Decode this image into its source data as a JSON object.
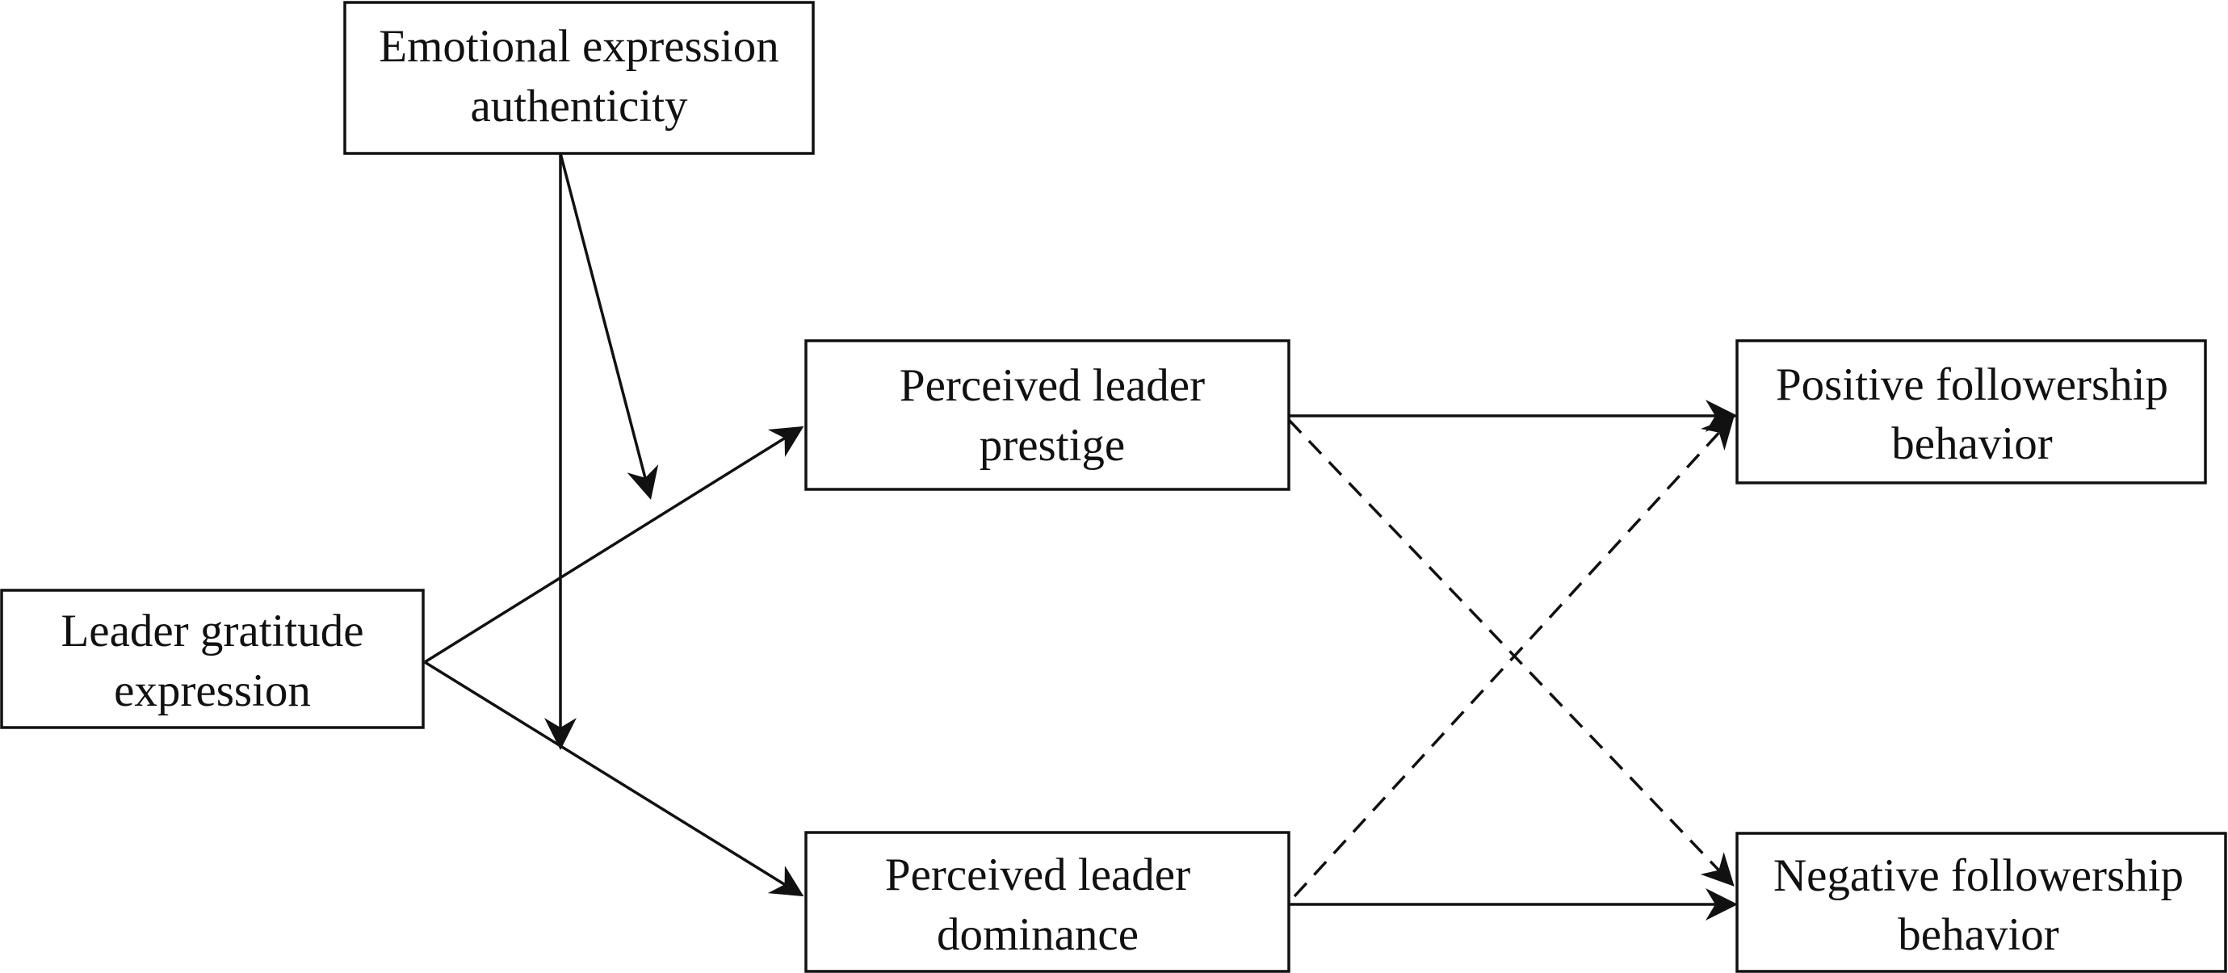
{
  "nodes": {
    "emotional_expression": {
      "line1": "Emotional expression",
      "line2": "authenticity"
    },
    "leader_gratitude": {
      "line1": "Leader gratitude",
      "line2": "expression"
    },
    "prestige": {
      "line1": "Perceived leader",
      "line2": "prestige"
    },
    "dominance": {
      "line1": "Perceived leader",
      "line2": "dominance"
    },
    "positive": {
      "line1": "Positive followership",
      "line2": "behavior"
    },
    "negative": {
      "line1": "Negative followership",
      "line2": "behavior"
    }
  },
  "edges": [
    {
      "from": "leader_gratitude",
      "to": "prestige",
      "style": "solid"
    },
    {
      "from": "leader_gratitude",
      "to": "dominance",
      "style": "solid"
    },
    {
      "from": "emotional_expression",
      "to": "leader_gratitude → prestige path",
      "style": "solid",
      "role": "moderation"
    },
    {
      "from": "emotional_expression",
      "to": "leader_gratitude → dominance path",
      "style": "solid",
      "role": "moderation"
    },
    {
      "from": "prestige",
      "to": "positive",
      "style": "solid"
    },
    {
      "from": "prestige",
      "to": "negative",
      "style": "dashed"
    },
    {
      "from": "dominance",
      "to": "positive",
      "style": "dashed"
    },
    {
      "from": "dominance",
      "to": "negative",
      "style": "solid"
    }
  ],
  "colors": {
    "stroke": "#111111",
    "background": "#ffffff"
  }
}
